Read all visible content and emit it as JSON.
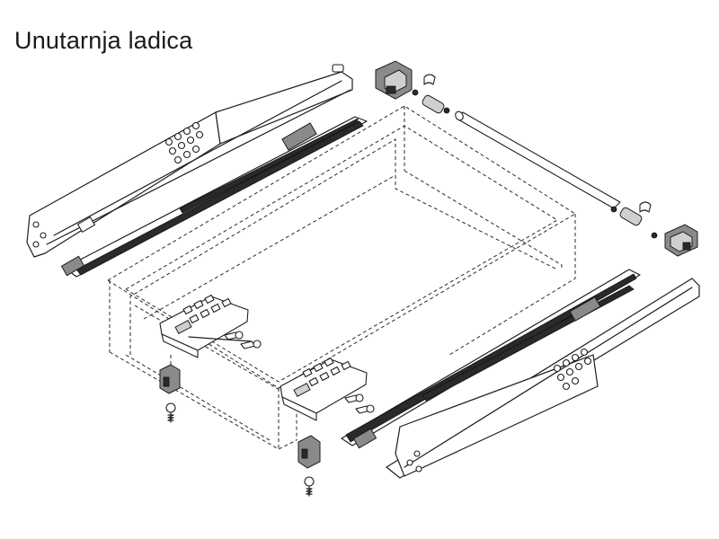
{
  "title": "Unutarnja ladica",
  "parts": {
    "left_runner": "drawer-runner-left",
    "right_runner": "drawer-runner-right",
    "stabilizer": "synchronisation-rod",
    "left_locking_device": "locking-device-left",
    "right_locking_device": "locking-device-right",
    "hooks": "rear-hook",
    "screws": "screw"
  },
  "colors": {
    "line": "#1e1e1e",
    "rack": "#2a2a2a",
    "part_grey": "#8a8a8a"
  }
}
